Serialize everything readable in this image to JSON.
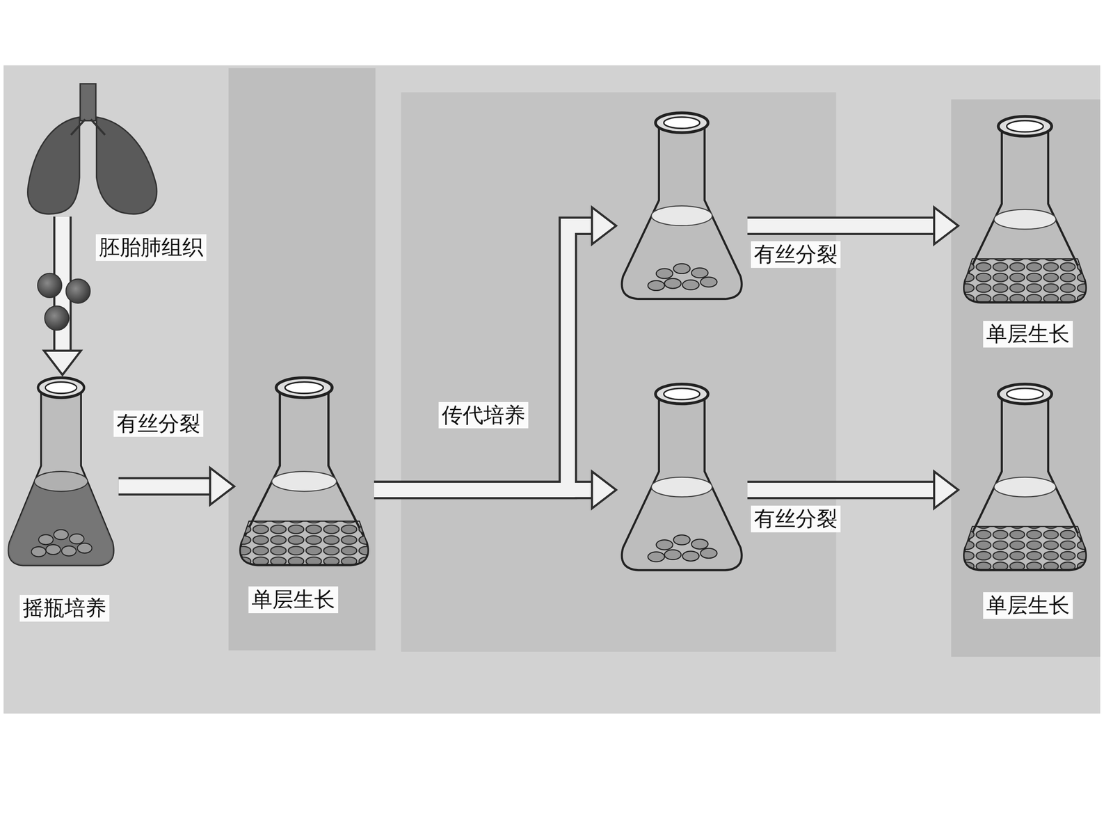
{
  "diagram": {
    "nodes": [
      {
        "text": [
          "胚胎肺组织"
        ]
      },
      {
        "text": [
          "摇瓶培养"
        ]
      },
      {
        "text": [
          "单层生长"
        ]
      },
      {
        "text": []
      },
      {
        "text": []
      },
      {
        "text": [
          "单层生长"
        ]
      },
      {
        "text": [
          "单层生长"
        ]
      }
    ],
    "edges": [
      {
        "from": 0,
        "to": 1,
        "arrow": "to"
      },
      {
        "from": 1,
        "to": 2,
        "arrow": "to",
        "label": "有丝分裂"
      },
      {
        "from": 2,
        "to": 3,
        "arrow": "to",
        "label": "传代培养"
      },
      {
        "from": 2,
        "to": 4,
        "arrow": "to"
      },
      {
        "from": 3,
        "to": 5,
        "arrow": "to",
        "label": "有丝分裂"
      },
      {
        "from": 4,
        "to": 6,
        "arrow": "to",
        "label": "有丝分裂"
      }
    ]
  }
}
